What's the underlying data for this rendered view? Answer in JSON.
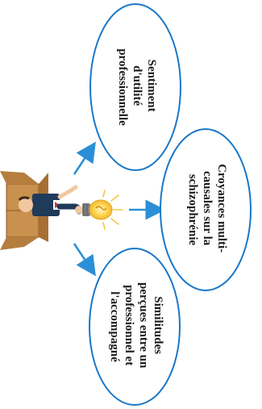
{
  "colors": {
    "background": "#ffffff",
    "bubble_stroke": "#1877c9",
    "arrow": "#2a8fd6",
    "box": "#c9904e",
    "box_dark": "#a86f33",
    "skin": "#f2c7a0",
    "suit": "#1f3a5a",
    "bulb_glow": "#ffd34d",
    "bulb_rays": "#f5c542"
  },
  "icons": {
    "figure": "person-with-lightbulb-in-box-icon"
  },
  "bubbles": [
    {
      "id": "sentiment",
      "lines": [
        "Sentiment",
        "d'utilité",
        "professionnelle"
      ]
    },
    {
      "id": "croyances",
      "lines": [
        "Croyances multi-",
        "causales sur la",
        "schizophrénie"
      ]
    },
    {
      "id": "similitudes",
      "lines": [
        "Similitudes",
        "perçues entre un",
        "professionnel et",
        "l'accompagné"
      ]
    }
  ]
}
